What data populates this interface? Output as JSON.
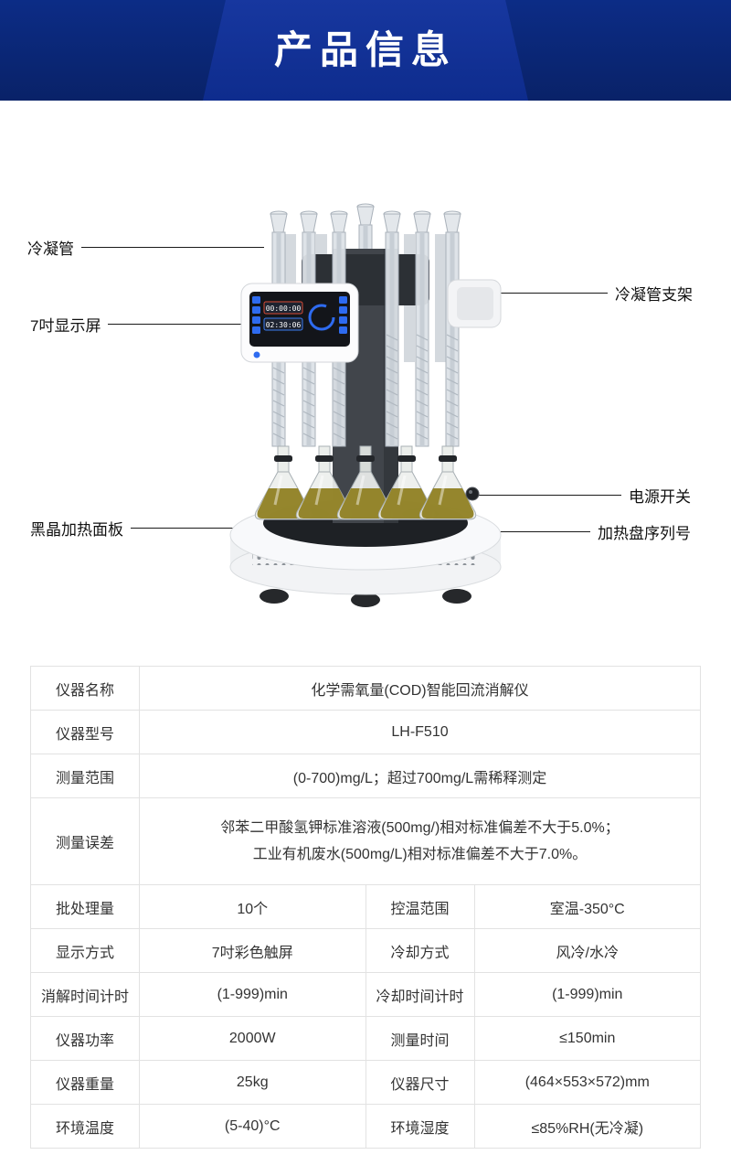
{
  "header": {
    "title": "产品信息"
  },
  "callouts": {
    "left": [
      {
        "label": "冷凝管"
      },
      {
        "label": "7吋显示屏"
      },
      {
        "label": "黑晶加热面板"
      }
    ],
    "right": [
      {
        "label": "冷凝管支架"
      },
      {
        "label": "电源开关"
      },
      {
        "label": "加热盘序列号"
      }
    ]
  },
  "device": {
    "screen": {
      "timer1": "00:00:00",
      "timer2": "02:30:06"
    }
  },
  "spec_table": {
    "full_rows": [
      {
        "label": "仪器名称",
        "value": "化学需氧量(COD)智能回流消解仪"
      },
      {
        "label": "仪器型号",
        "value": "LH-F510"
      },
      {
        "label": "测量范围",
        "value": "(0-700)mg/L；超过700mg/L需稀释测定"
      },
      {
        "label": "测量误差",
        "line1": "邻苯二甲酸氢钾标准溶液(500mg/)相对标准偏差不大于5.0%；",
        "line2": "工业有机废水(500mg/L)相对标准偏差不大于7.0%。"
      }
    ],
    "grid_rows": [
      {
        "label1": "批处理量",
        "value1": "10个",
        "label2": "控温范围",
        "value2": "室温-350°C"
      },
      {
        "label1": "显示方式",
        "value1": "7吋彩色触屏",
        "label2": "冷却方式",
        "value2": "风冷/水冷"
      },
      {
        "label1": "消解时间计时",
        "value1": "(1-999)min",
        "label2": "冷却时间计时",
        "value2": "(1-999)min"
      },
      {
        "label1": "仪器功率",
        "value1": "2000W",
        "label2": "测量时间",
        "value2": "≤150min"
      },
      {
        "label1": "仪器重量",
        "value1": "25kg",
        "label2": "仪器尺寸",
        "value2": "(464×553×572)mm"
      },
      {
        "label1": "环境温度",
        "value1": "(5-40)°C",
        "label2": "环境湿度",
        "value2": "≤85%RH(无冷凝)"
      }
    ]
  },
  "colors": {
    "header_band": "#0c2c86",
    "header_ribbon": "#17379f",
    "accent_blue": "#2e6bf0",
    "table_border": "#e2e2e2",
    "flask_liquid": "#8f7f22"
  }
}
